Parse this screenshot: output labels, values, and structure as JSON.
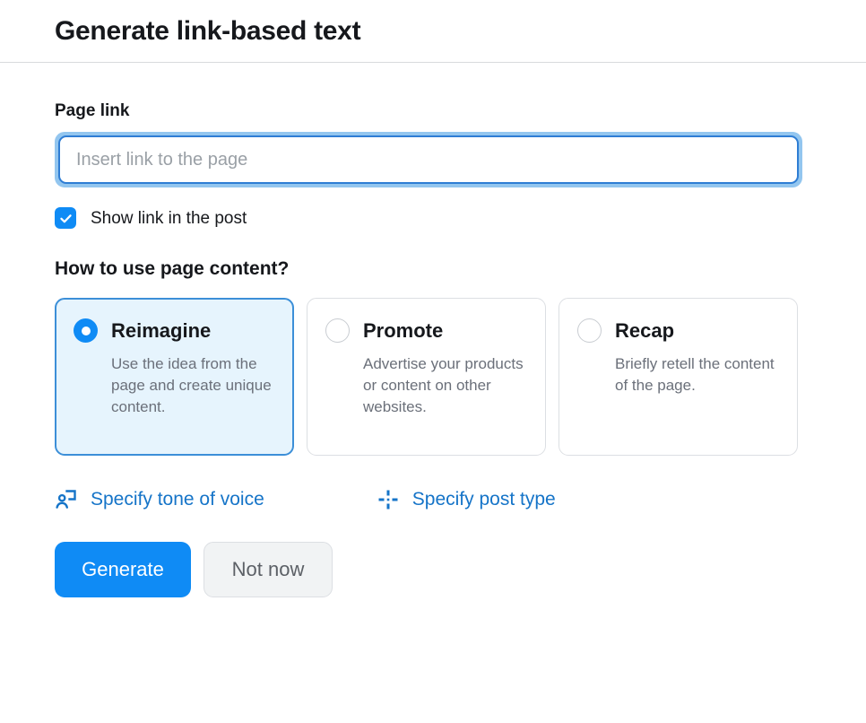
{
  "dialog": {
    "title": "Generate link-based text"
  },
  "form": {
    "page_link": {
      "label": "Page link",
      "placeholder": "Insert link to the page",
      "value": ""
    },
    "show_link_checkbox": {
      "label": "Show link in the post",
      "checked": true
    },
    "content_usage": {
      "heading": "How to use page content?",
      "options": [
        {
          "title": "Reimagine",
          "description": "Use the idea from the page and create unique content.",
          "selected": true
        },
        {
          "title": "Promote",
          "description": "Advertise your products or content on other websites.",
          "selected": false
        },
        {
          "title": "Recap",
          "description": "Briefly retell the content of the page.",
          "selected": false
        }
      ]
    }
  },
  "action_links": [
    {
      "label": "Specify tone of voice",
      "icon": "person-speech-bubble-icon"
    },
    {
      "label": "Specify post type",
      "icon": "dashed-crosshair-icon"
    }
  ],
  "buttons": {
    "primary_label": "Generate",
    "secondary_label": "Not now"
  },
  "colors": {
    "accent_blue": "#0f8bf5",
    "link_blue": "#1574c8",
    "selected_card_bg": "#e6f4fd",
    "selected_card_border": "#3c8fd8",
    "card_border": "#dcdfe3",
    "muted_text": "#6b707a",
    "secondary_button_bg": "#f1f3f4"
  }
}
